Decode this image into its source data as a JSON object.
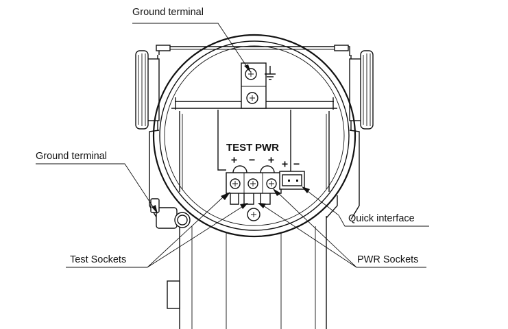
{
  "labels": {
    "ground_terminal_top": "Ground terminal",
    "ground_terminal_left": "Ground terminal",
    "test_sockets": "Test Sockets",
    "pwr_sockets": "PWR Sockets",
    "quick_interface": "Quick interface"
  },
  "markings": {
    "test": "TEST",
    "pwr": "PWR",
    "test_plus": "+",
    "test_minus": "−",
    "pwr_plus": "+",
    "qi_plus": "+",
    "qi_minus": "−"
  }
}
